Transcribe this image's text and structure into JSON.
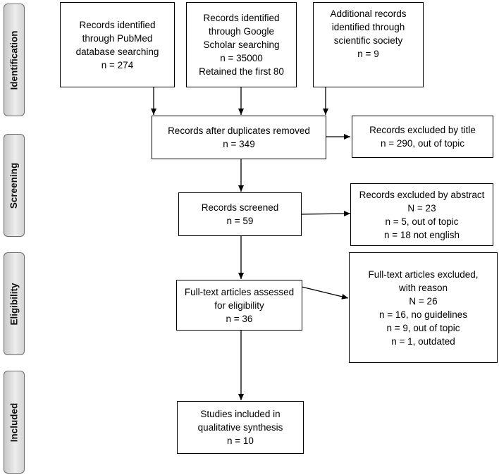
{
  "phases": {
    "identification": "Identification",
    "screening": "Screening",
    "eligibility": "Eligibility",
    "included": "Included"
  },
  "boxes": {
    "pubmed": [
      "Records identified",
      "through PubMed",
      "database searching",
      "n = 274"
    ],
    "google_scholar": [
      "Records identified",
      "through Google",
      "Scholar searching",
      "n = 35000",
      "Retained the first 80"
    ],
    "society": [
      "Additional records",
      "identified through",
      "scientific society",
      "n = 9"
    ],
    "duplicates_removed": [
      "Records after duplicates removed",
      "n = 349"
    ],
    "excluded_title": [
      "Records excluded by title",
      "n = 290, out of topic"
    ],
    "screened": [
      "Records screened",
      "n = 59"
    ],
    "excluded_abstract": [
      "Records excluded by abstract",
      "N = 23",
      "n = 5, out of topic",
      "n = 18 not english"
    ],
    "fulltext_assessed": [
      "Full-text articles assessed",
      "for eligibility",
      "n = 36"
    ],
    "fulltext_excluded": [
      "Full-text articles excluded,",
      "with reason",
      "N = 26",
      "n = 16, no guidelines",
      "n = 9, out of topic",
      "n = 1, outdated"
    ],
    "included": [
      "Studies included in",
      "qualitative synthesis",
      "n = 10"
    ]
  }
}
